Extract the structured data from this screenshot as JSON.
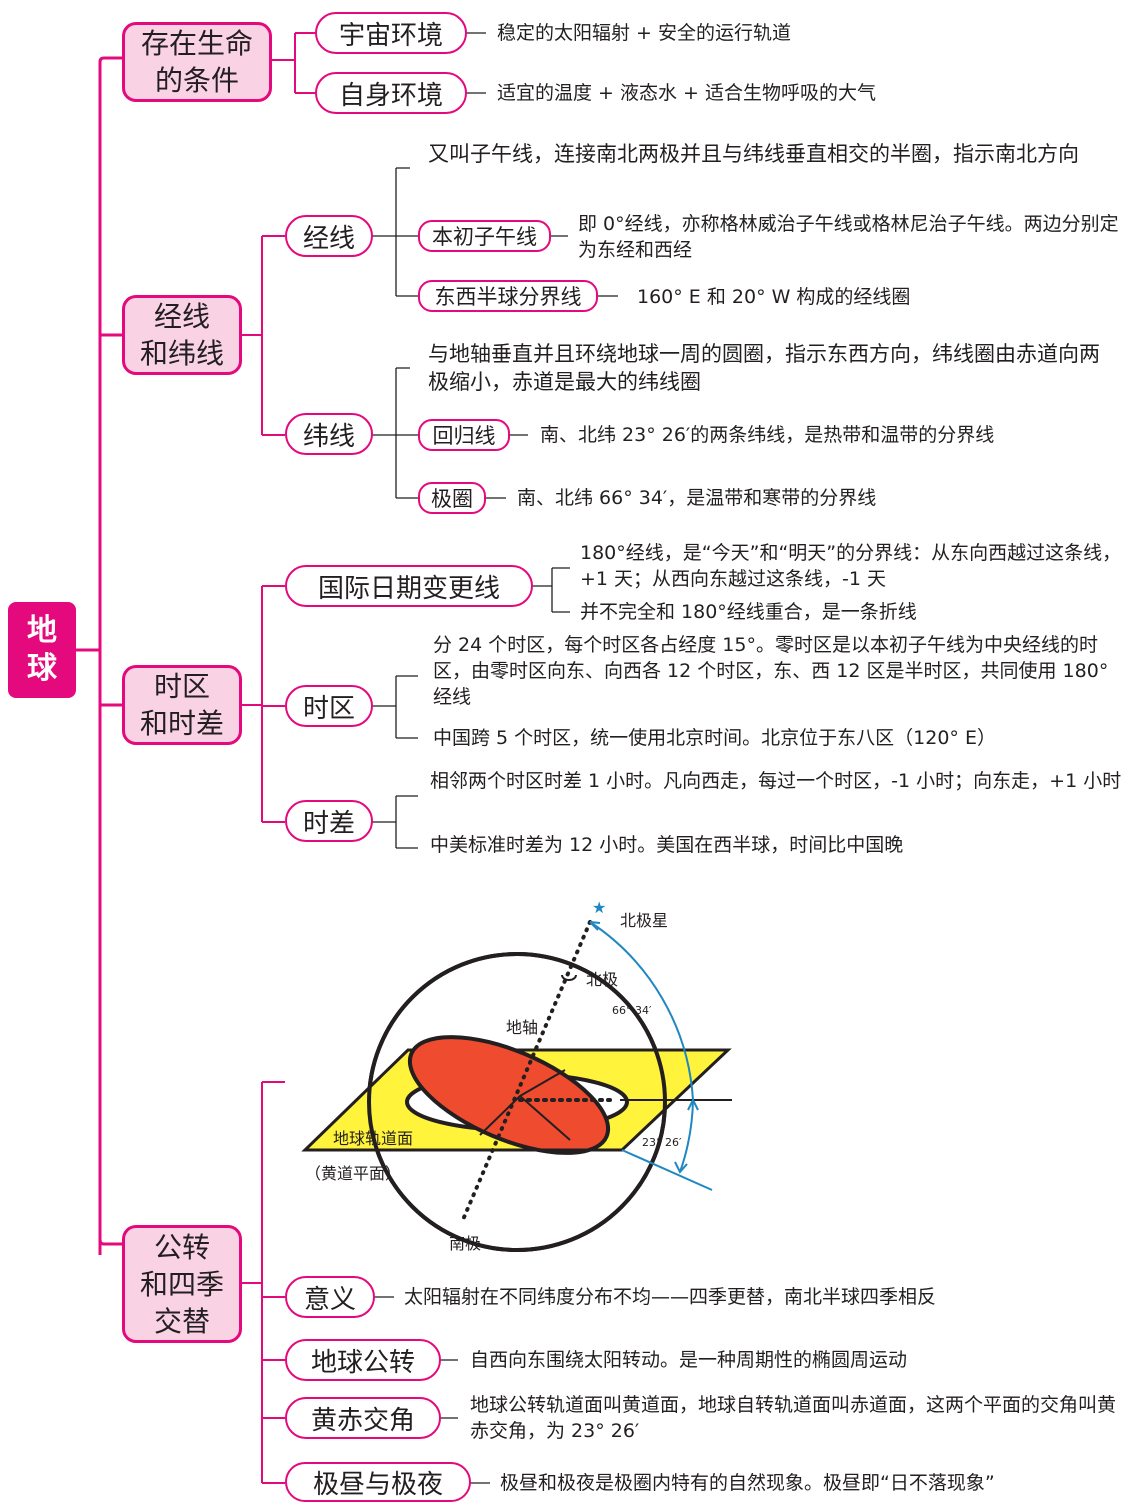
{
  "root": {
    "label": "地\n球"
  },
  "sections": {
    "conditions": {
      "label": "存在生命\n的条件",
      "items": [
        {
          "label": "宇宙环境",
          "desc": "稳定的太阳辐射 + 安全的运行轨道"
        },
        {
          "label": "自身环境",
          "desc": "适宜的温度 + 液态水 + 适合生物呼吸的大气"
        }
      ]
    },
    "lines": {
      "label": "经线\n和纬线",
      "meridian": {
        "label": "经线",
        "desc": "又叫子午线，连接南北两极并且与纬线垂直相交的半圈，指示南北方向",
        "prime": {
          "label": "本初子午线",
          "desc": "即 0°经线，亦称格林威治子午线或格林尼治子午线。两边分别定为东经和西经"
        },
        "hemi": {
          "label": "东西半球分界线",
          "desc": "160° E 和 20° W 构成的经线圈"
        }
      },
      "parallel": {
        "label": "纬线",
        "desc": "与地轴垂直并且环绕地球一周的圆圈，指示东西方向，纬线圈由赤道向两极缩小，赤道是最大的纬线圈",
        "tropic": {
          "label": "回归线",
          "desc": "南、北纬 23° 26′的两条纬线，是热带和温带的分界线"
        },
        "polar": {
          "label": "极圈",
          "desc": "南、北纬 66° 34′，是温带和寒带的分界线"
        }
      }
    },
    "time": {
      "label": "时区\n和时差",
      "dateline": {
        "label": "国际日期变更线",
        "desc1": "180°经线，是“今天”和“明天”的分界线：从东向西越过这条线，+1 天；从西向东越过这条线，-1 天",
        "desc2": "并不完全和 180°经线重合，是一条折线"
      },
      "zone": {
        "label": "时区",
        "desc1": "分 24 个时区，每个时区各占经度 15°。零时区是以本初子午线为中央经线的时区，由零时区向东、向西各 12 个时区，东、西 12 区是半时区，共同使用 180°经线",
        "desc2": "中国跨 5 个时区，统一使用北京时间。北京位于东八区（120° E）"
      },
      "diff": {
        "label": "时差",
        "desc1": "相邻两个时区时差 1 小时。凡向西走，每过一个时区，-1 小时；向东走，+1 小时",
        "desc2": "中美标准时差为 12 小时。美国在西半球，时间比中国晚"
      }
    },
    "revolution": {
      "label": "公转\n和四季\n交替",
      "diagram": {
        "polaris": "北极星",
        "north": "北极",
        "axis": "地轴",
        "south": "南极",
        "plane": "地球轨道面",
        "plane_note": "（黄道平面）",
        "angle1": "66° 34′",
        "angle2": "23° 26′"
      },
      "items": [
        {
          "label": "意义",
          "desc": "太阳辐射在不同纬度分布不均——四季更替，南北半球四季相反"
        },
        {
          "label": "地球公转",
          "desc": "自西向东围绕太阳转动。是一种周期性的椭圆周运动"
        },
        {
          "label": "黄赤交角",
          "desc": "地球公转轨道面叫黄道面，地球自转轨道面叫赤道面，这两个平面的交角叫黄赤交角，为 23° 26′"
        },
        {
          "label": "极昼与极夜",
          "desc": "极昼和极夜是极圈内特有的自然现象。极昼即“日不落现象”"
        }
      ]
    }
  },
  "colors": {
    "accent": "#e4097c",
    "main_fill": "#f9d3e4",
    "ecliptic": "#fff33b",
    "equator": "#ef4b2f",
    "arc": "#1f87c2"
  }
}
